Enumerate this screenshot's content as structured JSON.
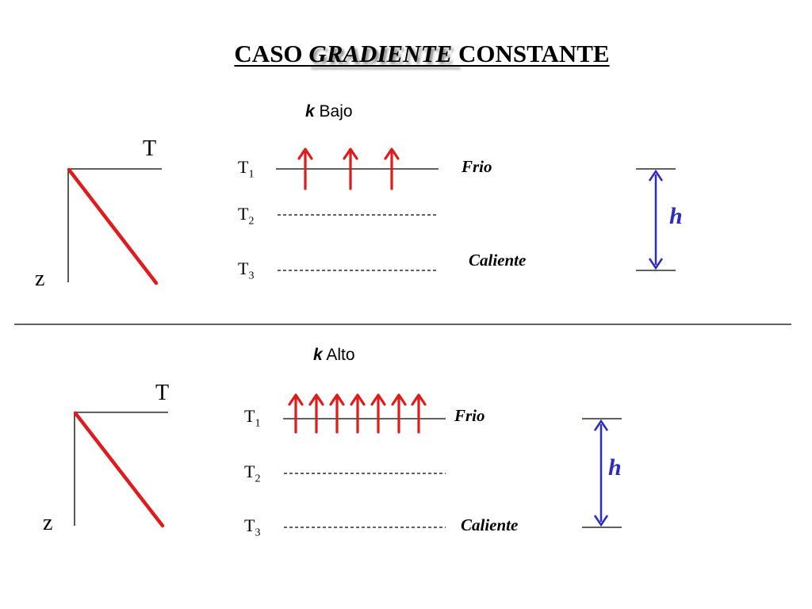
{
  "title": {
    "prefix": "CASO ",
    "highlight": "GRADIENTE ",
    "suffix": "CONSTANTE"
  },
  "colors": {
    "gradient_line": "#e01b1b",
    "arrows": "#e01b1b",
    "height_marker": "#2b2bc4",
    "lines": "#000000"
  },
  "panels": [
    {
      "k_symbol": "k",
      "k_text": " Bajo",
      "axis_t": "T",
      "axis_z": "z",
      "t1": "T",
      "t1_sub": "1",
      "t2": "T",
      "t2_sub": "2",
      "t3": "T",
      "t3_sub": "3",
      "cold": "Frio",
      "hot": "Caliente",
      "height": "h",
      "arrow_count": 3
    },
    {
      "k_symbol": "k",
      "k_text": " Alto",
      "axis_t": "T",
      "axis_z": "z",
      "t1": "T",
      "t1_sub": "1",
      "t2": "T",
      "t2_sub": "2",
      "t3": "T",
      "t3_sub": "3",
      "cold": "Frio",
      "hot": "Caliente",
      "height": "h",
      "arrow_count": 7
    }
  ]
}
